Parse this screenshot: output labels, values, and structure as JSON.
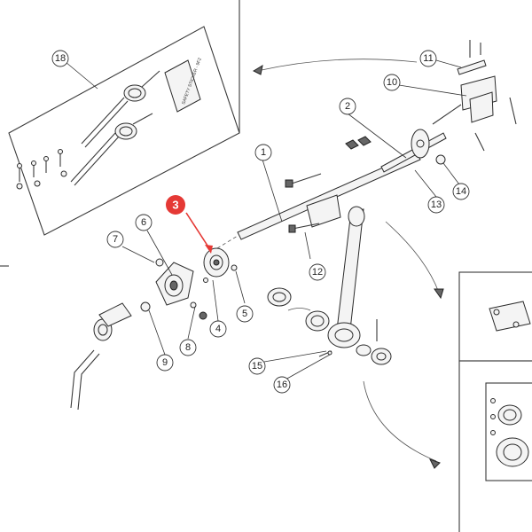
{
  "diagram": {
    "highlighted_part": "3",
    "highlight_color": "#e53935",
    "part_numbers": [
      "1",
      "2",
      "4",
      "5",
      "6",
      "7",
      "8",
      "9",
      "10",
      "11",
      "12",
      "13",
      "14",
      "15",
      "16",
      "18"
    ],
    "decal_text": "SAFETY STICKER - 9F2"
  }
}
